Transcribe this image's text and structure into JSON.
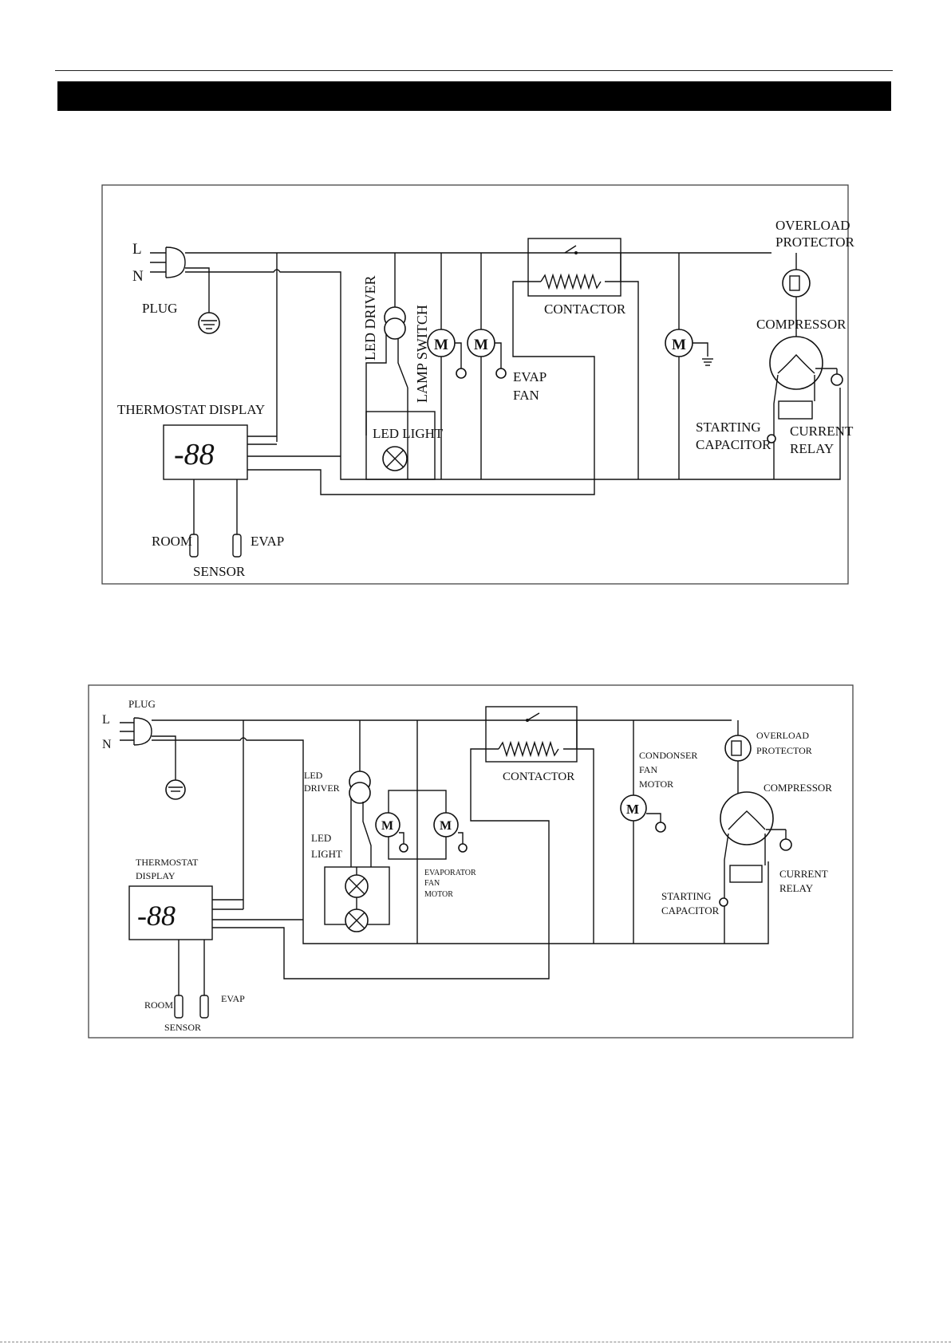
{
  "diagram_1": {
    "plug_l": "L",
    "plug_n": "N",
    "plug": "PLUG",
    "led_driver": "LED DRIVER",
    "lamp_switch": "LAMP SWITCH",
    "led_light": "LED LIGHT",
    "contactor": "CONTACTOR",
    "evap_fan_1": "EVAP",
    "evap_fan_2": "FAN",
    "overload_1": "OVERLOAD",
    "overload_2": "PROTECTOR",
    "compressor": "COMPRESSOR",
    "starting_1": "STARTING",
    "starting_2": "CAPACITOR",
    "current_1": "CURRENT",
    "current_2": "RELAY",
    "thermostat": "THERMOSTAT DISPLAY",
    "room": "ROOM",
    "evap": "EVAP",
    "sensor": "SENSOR",
    "motor": "M",
    "display_value": "-88"
  },
  "diagram_2": {
    "plug_l": "L",
    "plug_n": "N",
    "plug": "PLUG",
    "led_driver_1": "LED",
    "led_driver_2": "DRIVER",
    "led_light_1": "LED",
    "led_light_2": "LIGHT",
    "contactor": "CONTACTOR",
    "condenser_1": "CONDONSER",
    "condenser_2": "FAN",
    "condenser_3": "MOTOR",
    "evaporator_1": "EVAPORATOR",
    "evaporator_2": "FAN",
    "evaporator_3": "MOTOR",
    "overload_1": "OVERLOAD",
    "overload_2": "PROTECTOR",
    "compressor": "COMPRESSOR",
    "starting_1": "STARTING",
    "starting_2": "CAPACITOR",
    "current_1": "CURRENT",
    "current_2": "RELAY",
    "thermostat_1": "THERMOSTAT",
    "thermostat_2": "DISPLAY",
    "room": "ROOM",
    "evap": "EVAP",
    "sensor": "SENSOR",
    "motor": "M",
    "display_value": "-88"
  }
}
